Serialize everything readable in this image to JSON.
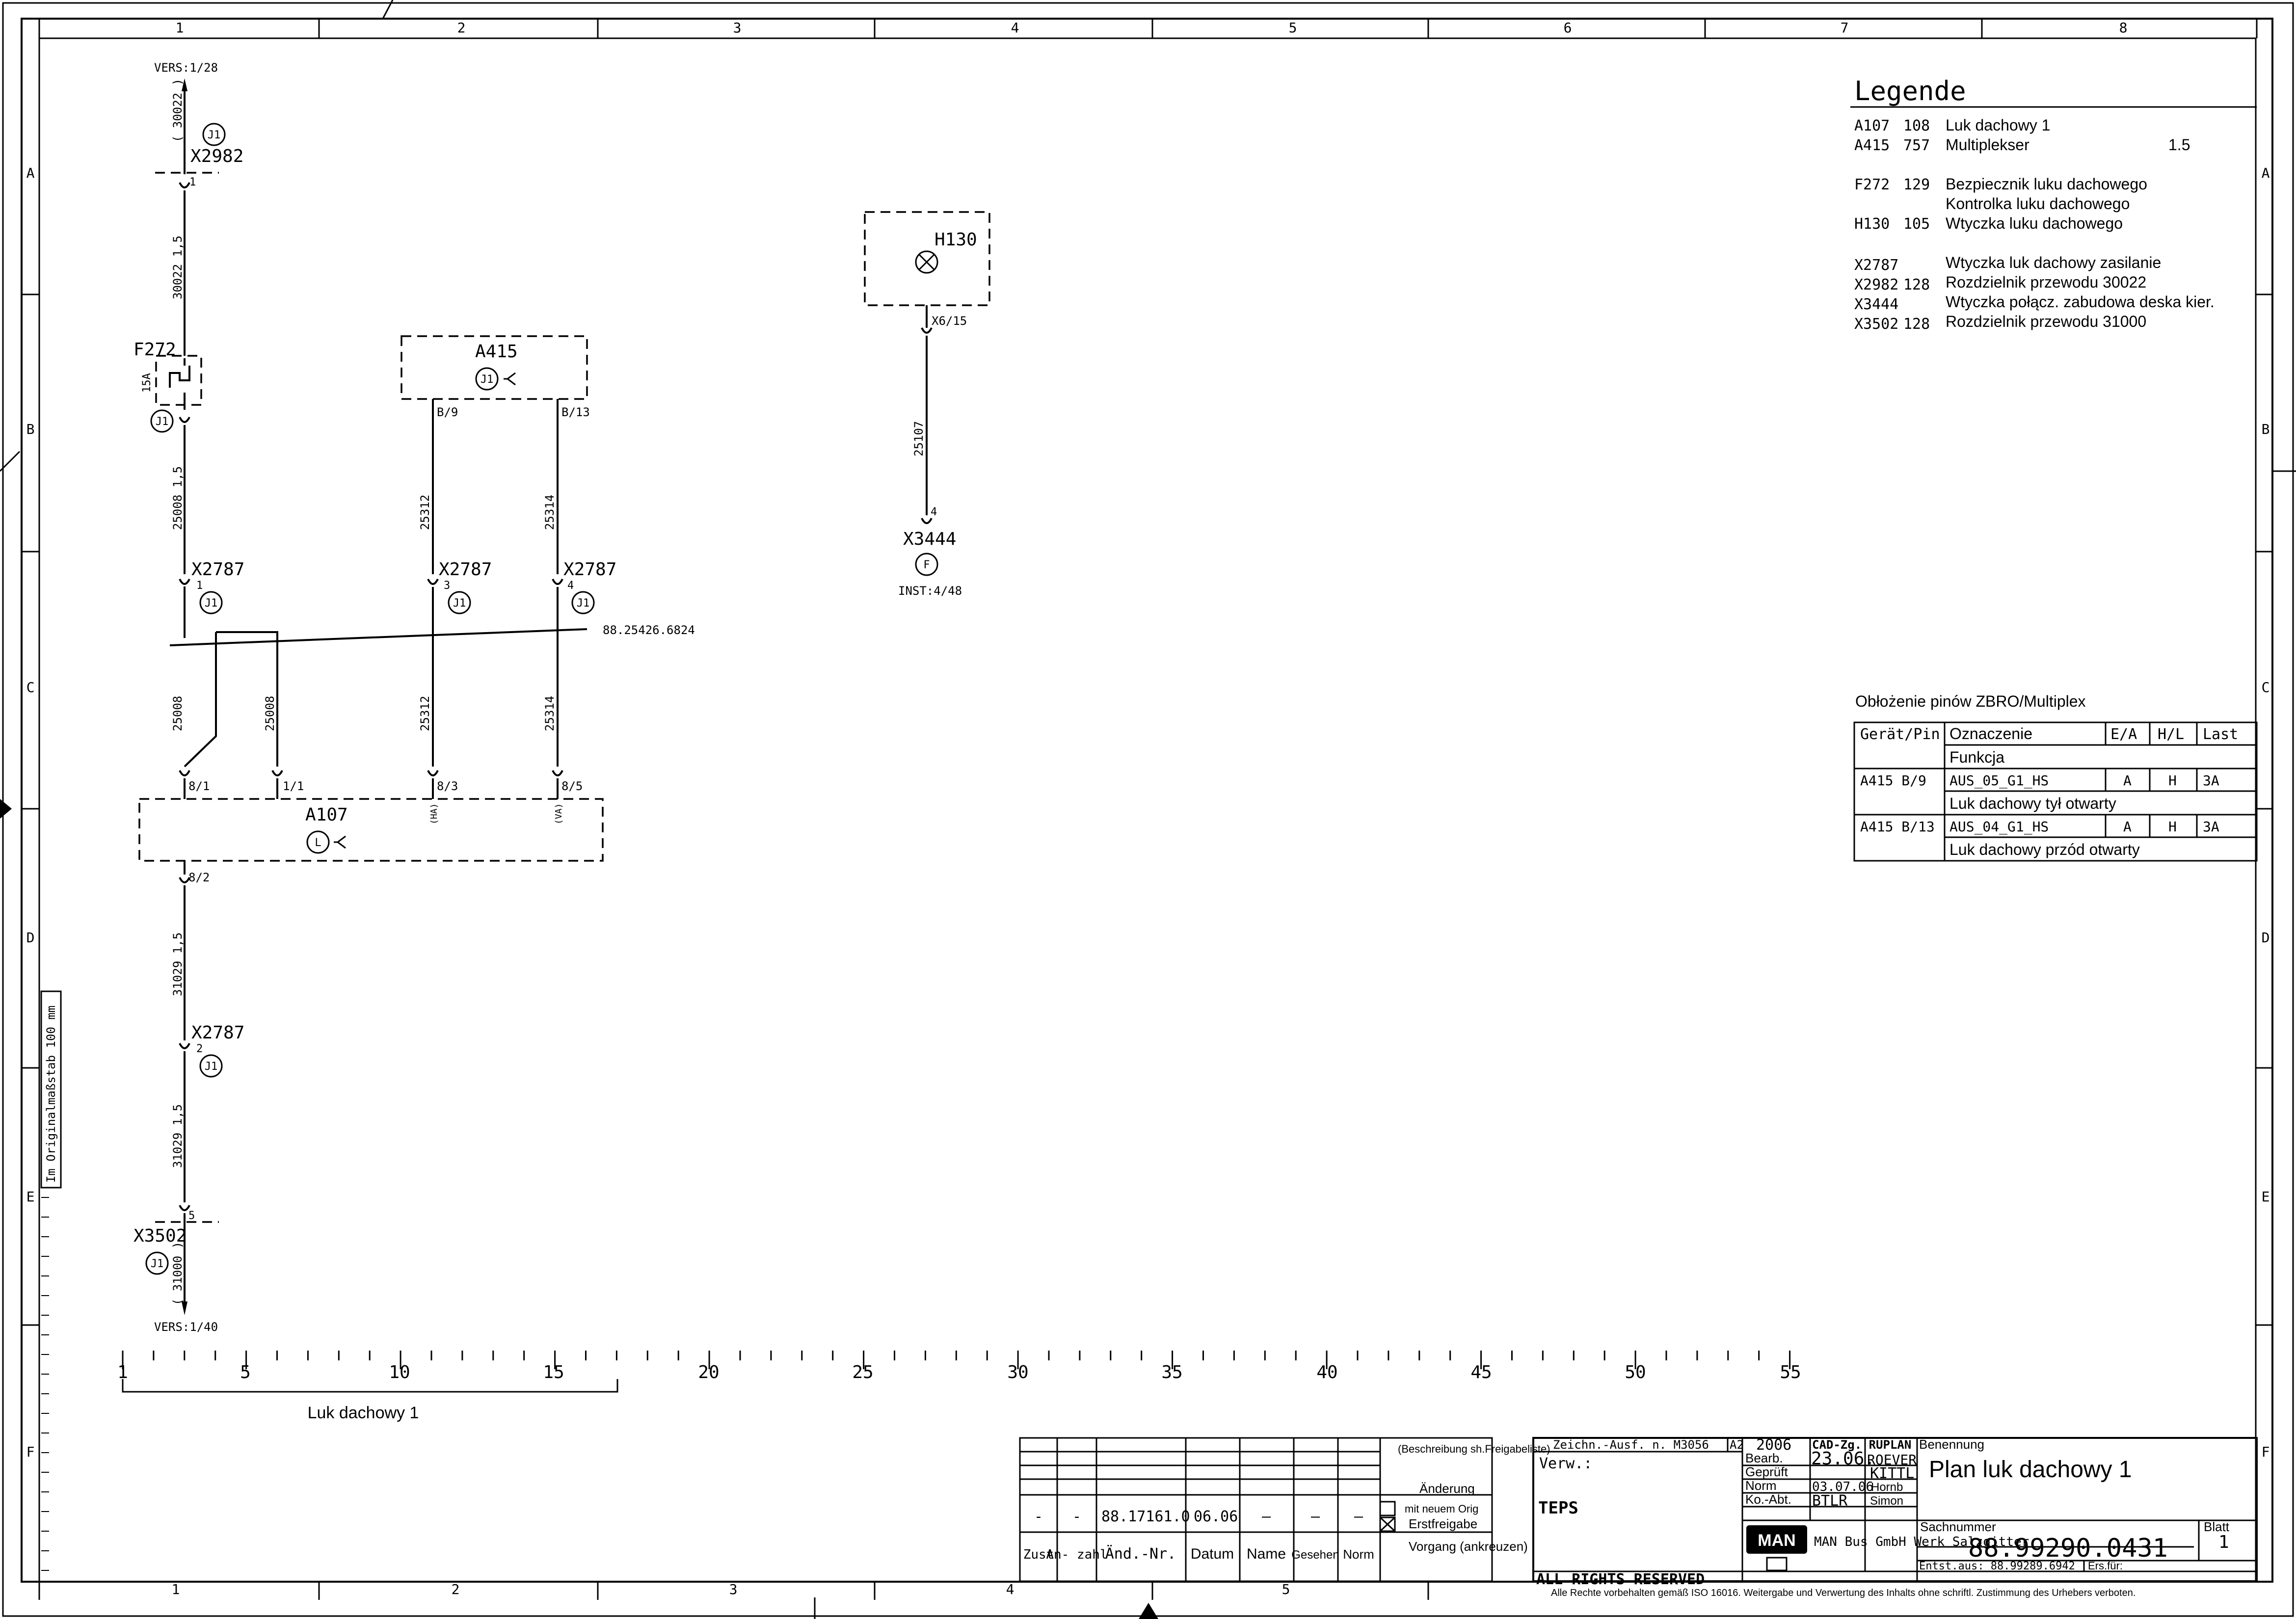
{
  "frame": {
    "top_columns": [
      "1",
      "2",
      "3",
      "4",
      "5",
      "6",
      "7",
      "8"
    ],
    "bottom_columns": [
      "1",
      "2",
      "3",
      "4",
      "5"
    ],
    "rows": [
      "A",
      "B",
      "C",
      "D",
      "E",
      "F"
    ],
    "side_note": "Im Originalmaßstab 100 mm"
  },
  "legend": {
    "title": "Legende",
    "entries": [
      {
        "code": "A107",
        "num": "108",
        "desc": "Luk dachowy 1",
        "extra": ""
      },
      {
        "code": "A415",
        "num": "757",
        "desc": "Multiplekser",
        "extra": "1.5"
      },
      {
        "code": "F272",
        "num": "129",
        "desc": "Bezpiecznik luku dachowego",
        "extra": ""
      },
      {
        "code": "",
        "num": "",
        "desc": "Kontrolka luku dachowego",
        "extra": ""
      },
      {
        "code": "H130",
        "num": "105",
        "desc": "Wtyczka luku dachowego",
        "extra": ""
      },
      {
        "code": "X2787",
        "num": "",
        "desc": "Wtyczka luk dachowy zasilanie",
        "extra": ""
      },
      {
        "code": "X2982",
        "num": "128",
        "desc": "Rozdzielnik przewodu 30022",
        "extra": ""
      },
      {
        "code": "X3444",
        "num": "",
        "desc": "Wtyczka połącz. zabudowa deska kier.",
        "extra": ""
      },
      {
        "code": "X3502",
        "num": "128",
        "desc": "Rozdzielnik przewodu 31000",
        "extra": ""
      }
    ]
  },
  "pin_table": {
    "title": "Obłożenie pinów ZBRO/Multiplex",
    "headers": [
      "Gerät/Pin",
      "Oznaczenie",
      "E/A",
      "H/L",
      "Last"
    ],
    "subheader": "Funkcja",
    "rows": [
      {
        "pin": "A415  B/9",
        "name": "AUS_05_G1_HS",
        "ea": "A",
        "hl": "H",
        "last": "3A",
        "func": "Luk dachowy tył otwarty"
      },
      {
        "pin": "A415  B/13",
        "name": "AUS_04_G1_HS",
        "ea": "A",
        "hl": "H",
        "last": "3A",
        "func": "Luk dachowy przód otwarty"
      }
    ]
  },
  "schematic": {
    "vers_top": "VERS:1/28",
    "vers_bottom": "VERS:1/40",
    "x2982": "X2982",
    "x2982_wire": "( 30022 )",
    "x2982_pin": "1",
    "wire_30022": "30022 1,5",
    "f272": "F272",
    "f272_rating": "15A",
    "wire_25008_top": "25008 1,5",
    "wire_25008_a": "25008",
    "wire_25008_b": "25008",
    "a415": "A415",
    "a415_pin_a": "B/9",
    "a415_pin_b": "B/13",
    "wire_25312": "25312",
    "wire_25314": "25314",
    "x2787": "X2787",
    "x2787_pin1": "1",
    "x2787_pin3": "3",
    "x2787_pin4": "4",
    "x2787_pin2": "2",
    "harness_ref": "88.25426.6824",
    "a107": "A107",
    "a107_pins": [
      "8/1",
      "1/1",
      "8/3",
      "8/5"
    ],
    "a107_tags": [
      "(HA)",
      "(VA)"
    ],
    "a107_pin_bottom": "8/2",
    "wire_31029_a": "31029 1,5",
    "wire_31029_b": "31029 1,5",
    "x3502": "X3502",
    "x3502_wire": "( 31000 )",
    "x3502_pin": "5",
    "h130": "H130",
    "h130_pin": "X6/15",
    "wire_25107": "25107",
    "x3444": "X3444",
    "x3444_pin": "4",
    "inst_ref": "INST:4/48",
    "badge_j1": "J1",
    "badge_l": "L",
    "badge_f": "F"
  },
  "scale": {
    "labels": [
      "1",
      "5",
      "10",
      "15",
      "20",
      "25",
      "30",
      "35",
      "40",
      "45",
      "50",
      "55"
    ],
    "caption": "Luk dachowy 1"
  },
  "title_block": {
    "change_row": [
      "-",
      "-",
      "88.17161.0",
      "06.06",
      "—",
      "—",
      "—"
    ],
    "change_headers": [
      "Zust",
      "An-\nzahl",
      "Änd.-Nr.",
      "Datum",
      "Name",
      "Gesehen",
      "Norm"
    ],
    "beschreibung": "(Beschreibung sh.Freigabeliste)",
    "aenderung": "Änderung",
    "mit_neuem": "mit neuem Orig",
    "erstfreigabe": "Erstfreigabe",
    "vorgang": "Vorgang (ankreuzen)",
    "zeichn": "Zeichn.-Ausf. n. M3056",
    "format": "A2",
    "year": "2006",
    "cad": "CAD-Zg. RUPLAN",
    "verw": "Verw.:",
    "teps": "TEPS",
    "bearb": "Bearb.",
    "bearb_date": "23.06.",
    "bearb_name": "ROEVER",
    "gepr": "Geprüft",
    "gepr_name": "KITTL",
    "norm": "Norm",
    "norm_date": "03.07.06",
    "norm_name": "Hornb",
    "koabt": "Ko.-Abt.",
    "koabt_val": "BTLR",
    "koabt_name": "Simon",
    "benennung": "Benennung",
    "title": "Plan luk dachowy 1",
    "sachnummer_label": "Sachnummer",
    "sachnummer": "88.99290.0431",
    "blatt_label": "Blatt",
    "blatt": "1",
    "entst": "Entst.aus: 88.99289.6942",
    "ers": "Ers.für:",
    "man": "MAN",
    "company": "MAN Bus GmbH Werk Salzgitter",
    "rights": "ALL RIGHTS RESERVED",
    "rights_note": "Alle Rechte vorbehalten gemäß ISO 16016. Weitergabe und Verwertung des Inhalts ohne schriftl. Zustimmung des Urhebers verboten."
  }
}
